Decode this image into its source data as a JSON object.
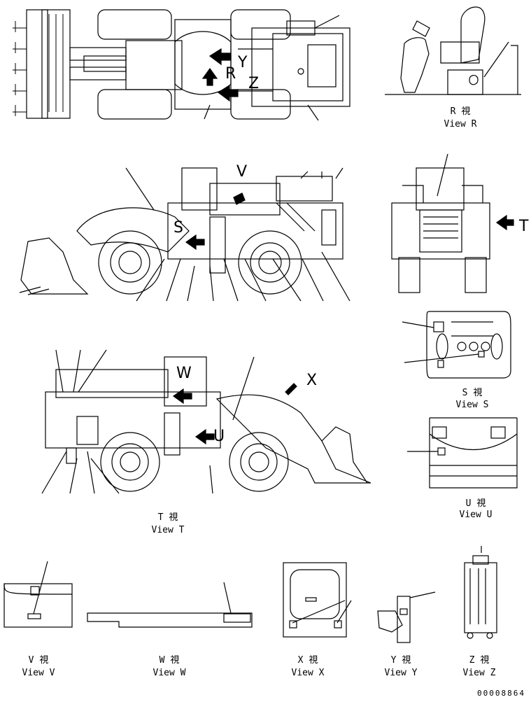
{
  "views": {
    "R": {
      "jp": "R 視",
      "en": "View R"
    },
    "S": {
      "jp": "S 視",
      "en": "View S"
    },
    "T": {
      "jp": "T 視",
      "en": "View T"
    },
    "U": {
      "jp": "U 視",
      "en": "View U"
    },
    "V": {
      "jp": "V 視",
      "en": "View V"
    },
    "W": {
      "jp": "W 視",
      "en": "View W"
    },
    "X": {
      "jp": "X 視",
      "en": "View X"
    },
    "Y": {
      "jp": "Y 視",
      "en": "View Y"
    },
    "Z": {
      "jp": "Z 視",
      "en": "View Z"
    }
  },
  "markers": {
    "V": "V",
    "T": "T",
    "X": "X",
    "Y": "Y",
    "Z": "Z",
    "R": "R",
    "S": "S",
    "U": "U",
    "W": "W"
  },
  "document_number": "00008864"
}
